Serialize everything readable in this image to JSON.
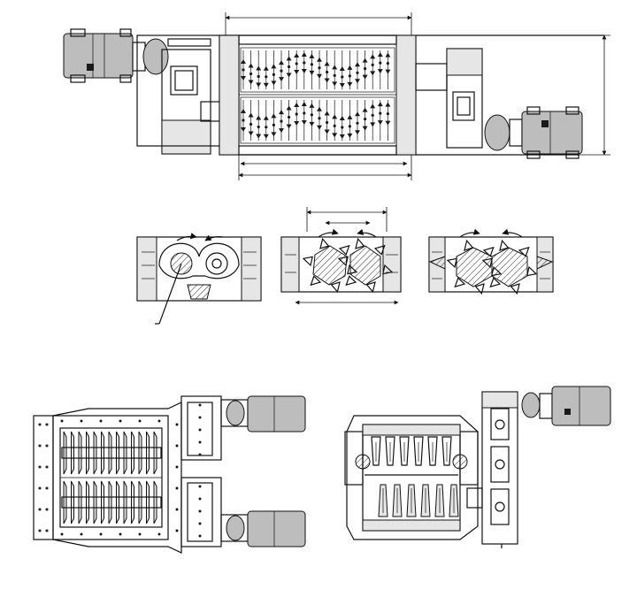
{
  "figure": {
    "views": [
      {
        "id": "top-plan",
        "motor_count": 2
      },
      {
        "id": "section-a"
      },
      {
        "id": "section-b"
      },
      {
        "id": "section-c"
      },
      {
        "id": "plan-bottom-left",
        "motor_count": 2
      },
      {
        "id": "elevation-bottom-right",
        "motor_count": 1
      }
    ],
    "colors": {
      "line": "#111111",
      "fill_gray": "#bdbdbd",
      "fill_light": "#e6e6e6",
      "background": "#ffffff"
    }
  }
}
